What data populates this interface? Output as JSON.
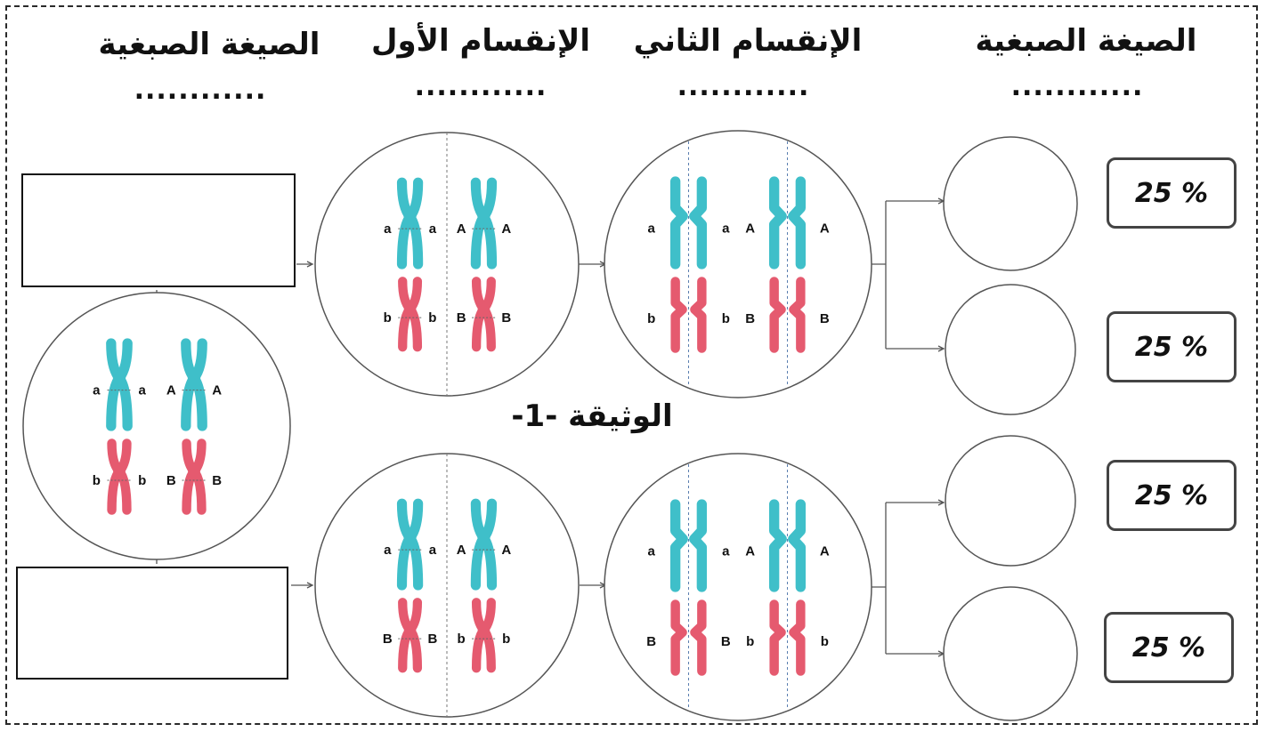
{
  "headers": {
    "col1": "الصيغة الصبغية",
    "col2": "الإنقسام الأول",
    "col3": "الإنقسام الثاني",
    "col4": "الصيغة الصبغية",
    "blank": "............"
  },
  "document_label": "الوثيقة -1-",
  "percent_labels": [
    "25 %",
    "25 %",
    "25 %",
    "25 %"
  ],
  "colors": {
    "chromosome_a": "#3fbfc9",
    "chromosome_b": "#e55a6f",
    "line": "#555555"
  },
  "cells": {
    "parent": {
      "top_alleles": [
        "a",
        "a",
        "A",
        "A"
      ],
      "bottom_alleles": [
        "b",
        "b",
        "B",
        "B"
      ]
    },
    "meiosis1_top": {
      "top_alleles": [
        "a",
        "a",
        "A",
        "A"
      ],
      "bottom_alleles": [
        "b",
        "b",
        "B",
        "B"
      ]
    },
    "meiosis2_top": {
      "top_alleles": [
        "a",
        "a",
        "A",
        "A"
      ],
      "bottom_alleles": [
        "b",
        "b",
        "B",
        "B"
      ]
    },
    "meiosis1_bottom": {
      "top_alleles": [
        "a",
        "a",
        "A",
        "A"
      ],
      "bottom_alleles": [
        "B",
        "B",
        "b",
        "b"
      ]
    },
    "meiosis2_bottom": {
      "top_alleles": [
        "a",
        "a",
        "A",
        "A"
      ],
      "bottom_alleles": [
        "B",
        "B",
        "b",
        "b"
      ]
    }
  }
}
